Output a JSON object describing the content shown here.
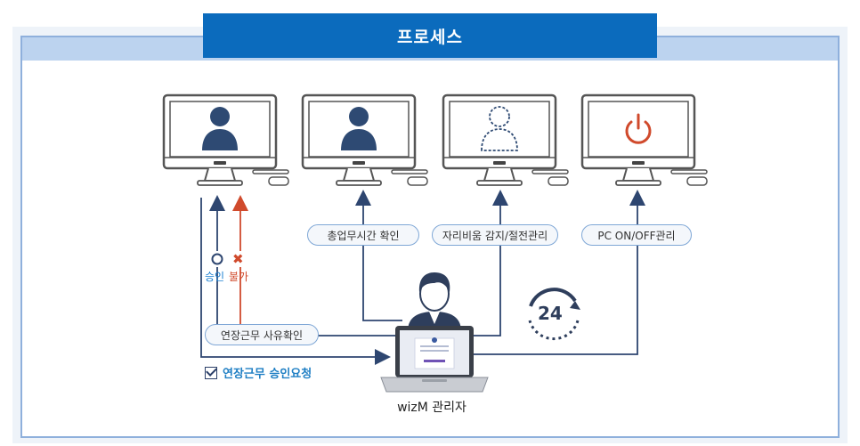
{
  "title": "프로세스",
  "labels": {
    "overtime_check": "총업무시간 확인",
    "idle_detect": "자리비움 감지/절전관리",
    "pc_onoff": "PC ON/OFF관리",
    "approve_symbol": "O",
    "reject_symbol": "✖",
    "approve": "승인",
    "reject": "불가",
    "reason_check": "연장근무 사유확인",
    "request": "연장근무 승인요청",
    "always_on": "24",
    "admin": "wizM 관리자"
  },
  "colors": {
    "title_bg": "#0b6bbd",
    "line": "#2e4670",
    "reject_line": "#d04a2c",
    "user_icon": "#2e4a73",
    "power_icon": "#d04a2c",
    "pill_border": "#7fa7d6"
  },
  "icons": [
    "monitor-icon",
    "user-icon",
    "dashed-user-icon",
    "power-icon",
    "cycle-24-icon",
    "laptop-icon",
    "manager-avatar-icon",
    "checkbox-icon"
  ]
}
